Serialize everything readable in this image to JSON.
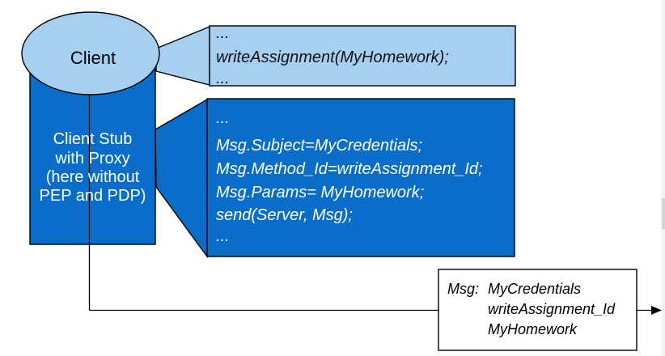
{
  "colors": {
    "light_blue": "#a6cff2",
    "dark_blue": "#0a6dc9",
    "outline": "#000000",
    "message_box_fill": "#ffffff"
  },
  "client": {
    "label": "Client"
  },
  "client_stub": {
    "lines": [
      "Client Stub",
      "with Proxy",
      "(here without",
      "PEP and PDP)"
    ]
  },
  "client_code": {
    "lines": [
      "...",
      "writeAssignment(MyHomework);",
      "..."
    ]
  },
  "stub_code": {
    "lines": [
      "...",
      "Msg.Subject=MyCredentials;",
      "Msg.Method_Id=writeAssignment_Id;",
      "Msg.Params= MyHomework;",
      "send(Server, Msg);",
      "..."
    ]
  },
  "message": {
    "label": "Msg:",
    "values": [
      "MyCredentials",
      "writeAssignment_Id",
      "MyHomework"
    ]
  }
}
